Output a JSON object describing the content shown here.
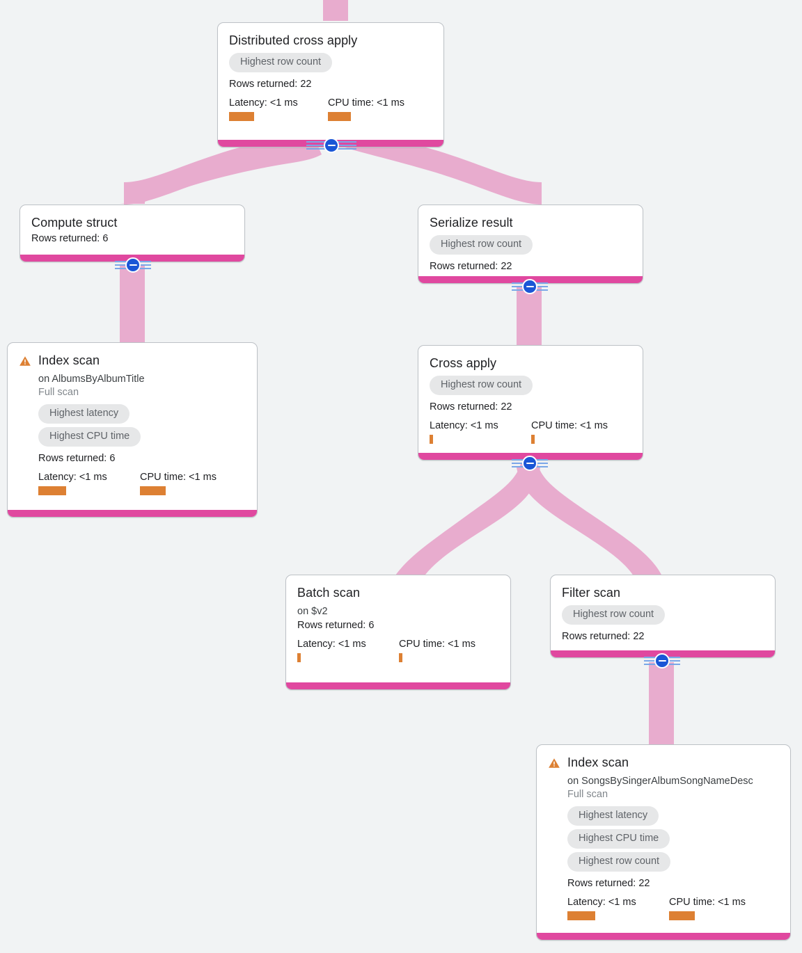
{
  "diagram": {
    "kind": "query-execution-plan",
    "background_color": "#f1f3f4",
    "edge_color": "#e8acce",
    "node_bar_color": "#e0489f",
    "metric_bar_color": "#dd8033",
    "chip_color": "#e6e7e8",
    "toggle_color": "#1a56d6",
    "warning_color": "#dd8033"
  },
  "labels": {
    "rows_returned_prefix": "Rows returned: ",
    "latency_prefix": "Latency: ",
    "cpu_prefix": "CPU time: "
  },
  "nodes": [
    {
      "id": "distributed-cross-apply",
      "title": "Distributed cross apply",
      "subtitle": "",
      "scan_note": "",
      "warning": false,
      "chips": [
        "Highest row count"
      ],
      "rows_returned": "Rows returned: 22",
      "latency": "Latency: <1 ms",
      "cpu_time": "CPU time: <1 ms",
      "latency_bar_width": 36,
      "cpu_bar_width": 33,
      "toggle": "collapse"
    },
    {
      "id": "compute-struct",
      "title": "Compute struct",
      "subtitle": "",
      "scan_note": "",
      "warning": false,
      "chips": [],
      "rows_returned": "Rows returned: 6",
      "latency": "",
      "cpu_time": "",
      "latency_bar_width": 0,
      "cpu_bar_width": 0,
      "toggle": "collapse"
    },
    {
      "id": "serialize-result",
      "title": "Serialize result",
      "subtitle": "",
      "scan_note": "",
      "warning": false,
      "chips": [
        "Highest row count"
      ],
      "rows_returned": "Rows returned: 22",
      "latency": "",
      "cpu_time": "",
      "latency_bar_width": 0,
      "cpu_bar_width": 0,
      "toggle": "collapse"
    },
    {
      "id": "index-scan-albums",
      "title": "Index scan",
      "subtitle": "on AlbumsByAlbumTitle",
      "scan_note": "Full scan",
      "warning": true,
      "chips": [
        "Highest latency",
        "Highest CPU time"
      ],
      "rows_returned": "Rows returned: 6",
      "latency": "Latency: <1 ms",
      "cpu_time": "CPU time: <1 ms",
      "latency_bar_width": 40,
      "cpu_bar_width": 37,
      "toggle": "none"
    },
    {
      "id": "cross-apply",
      "title": "Cross apply",
      "subtitle": "",
      "scan_note": "",
      "warning": false,
      "chips": [
        "Highest row count"
      ],
      "rows_returned": "Rows returned: 22",
      "latency": "Latency: <1 ms",
      "cpu_time": "CPU time: <1 ms",
      "latency_bar_width": 5,
      "cpu_bar_width": 5,
      "toggle": "collapse"
    },
    {
      "id": "batch-scan",
      "title": "Batch scan",
      "subtitle": "on $v2",
      "scan_note": "",
      "warning": false,
      "chips": [],
      "rows_returned": "Rows returned: 6",
      "latency": "Latency: <1 ms",
      "cpu_time": "CPU time: <1 ms",
      "latency_bar_width": 5,
      "cpu_bar_width": 5,
      "toggle": "none"
    },
    {
      "id": "filter-scan",
      "title": "Filter scan",
      "subtitle": "",
      "scan_note": "",
      "warning": false,
      "chips": [
        "Highest row count"
      ],
      "rows_returned": "Rows returned: 22",
      "latency": "",
      "cpu_time": "",
      "latency_bar_width": 0,
      "cpu_bar_width": 0,
      "toggle": "collapse"
    },
    {
      "id": "index-scan-songs",
      "title": "Index scan",
      "subtitle": "on SongsBySingerAlbumSongNameDesc",
      "scan_note": "Full scan",
      "warning": true,
      "chips": [
        "Highest latency",
        "Highest CPU time",
        "Highest row count"
      ],
      "rows_returned": "Rows returned: 22",
      "latency": "Latency: <1 ms",
      "cpu_time": "CPU time: <1 ms",
      "latency_bar_width": 40,
      "cpu_bar_width": 37,
      "toggle": "none"
    }
  ],
  "edges": [
    {
      "from": "root-inlet",
      "to": "distributed-cross-apply"
    },
    {
      "from": "distributed-cross-apply",
      "to": "compute-struct"
    },
    {
      "from": "distributed-cross-apply",
      "to": "serialize-result"
    },
    {
      "from": "compute-struct",
      "to": "index-scan-albums"
    },
    {
      "from": "serialize-result",
      "to": "cross-apply"
    },
    {
      "from": "cross-apply",
      "to": "batch-scan"
    },
    {
      "from": "cross-apply",
      "to": "filter-scan"
    },
    {
      "from": "filter-scan",
      "to": "index-scan-songs"
    }
  ]
}
